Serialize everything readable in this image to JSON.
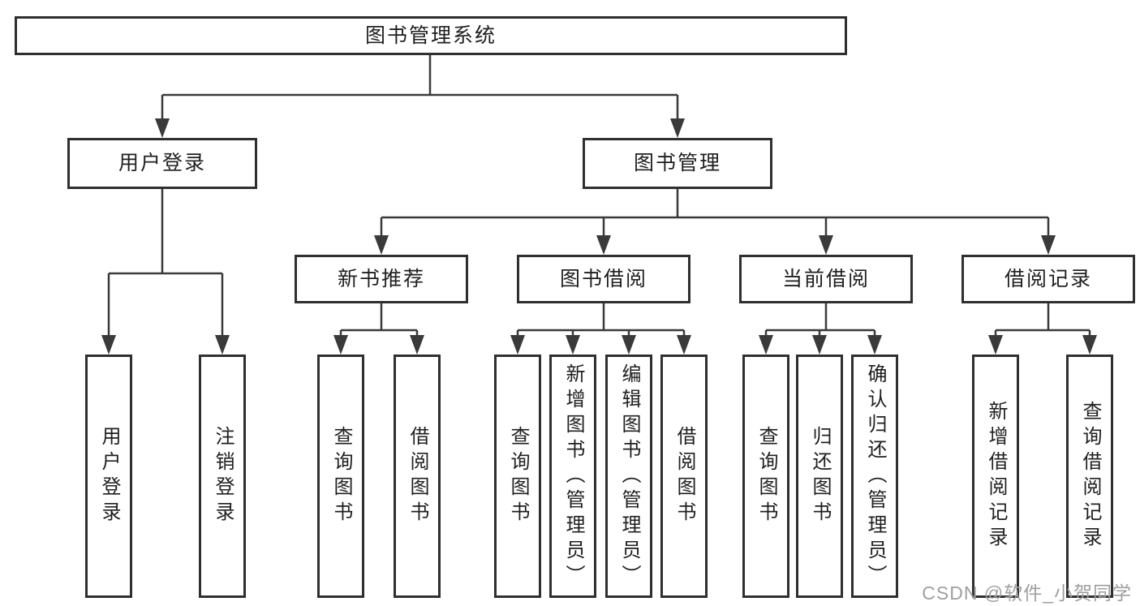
{
  "tree": {
    "root": "图书管理系统",
    "branches": [
      "用户登录",
      "图书管理"
    ],
    "sections": [
      "新书推荐",
      "图书借阅",
      "当前借阅",
      "借阅记录"
    ],
    "leaves": {
      "user_login": [
        "用户登录",
        "注销登录"
      ],
      "new_book": [
        "查询图书",
        "借阅图书"
      ],
      "book_borrow": [
        "查询图书",
        "新增图书（管理员）",
        "编辑图书（管理员）",
        "借阅图书"
      ],
      "current_borrow": [
        "查询图书",
        "归还图书",
        "确认归还（管理员）"
      ],
      "borrow_record": [
        "新增借阅记录",
        "查询借阅记录"
      ]
    }
  },
  "watermark": {
    "text": "CSDN @软件_小贺同学",
    "color": "#9f9f9f"
  },
  "colors": {
    "background": "#ffffff",
    "box_border": "#2f2f2f",
    "line": "#3a3a3a",
    "text": "#1f1f1f"
  }
}
